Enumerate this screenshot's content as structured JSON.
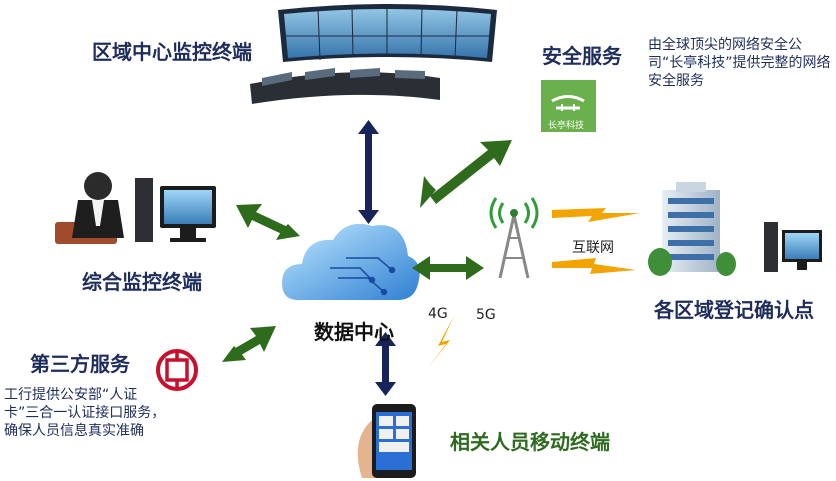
{
  "regional_monitor": {
    "title": "区域中心监控终端"
  },
  "security": {
    "title": "安全服务",
    "description": "由全球顶尖的网络安全公司“长亭科技”提供完整的网络安全服务",
    "logo_text": "长亭科技"
  },
  "integrated_monitor": {
    "title": "综合监控终端"
  },
  "data_center": {
    "title": "数据中心"
  },
  "internet": {
    "label": "互联网"
  },
  "registration_points": {
    "title": "各区域登记确认点"
  },
  "third_party": {
    "title": "第三方服务",
    "description": "工行提供公安部“人证卡”三合一认证接口服务，确保人员信息真实准确"
  },
  "mobile": {
    "title": "相关人员移动终端",
    "label_4g": "4G",
    "label_5g": "5G"
  },
  "colors": {
    "navy": "#1f2d5c",
    "green_arrow": "#2f6b1c",
    "navy_arrow": "#16245a",
    "lightning": "#f2a400",
    "icbc_red": "#c8102e"
  },
  "icons": [
    "monitor-wall-icon",
    "security-logo-icon",
    "operator-workstation-icon",
    "cloud-chip-icon",
    "cell-tower-icon",
    "office-building-icon",
    "icbc-logo-icon",
    "smartphone-icon",
    "lightning-icon"
  ]
}
